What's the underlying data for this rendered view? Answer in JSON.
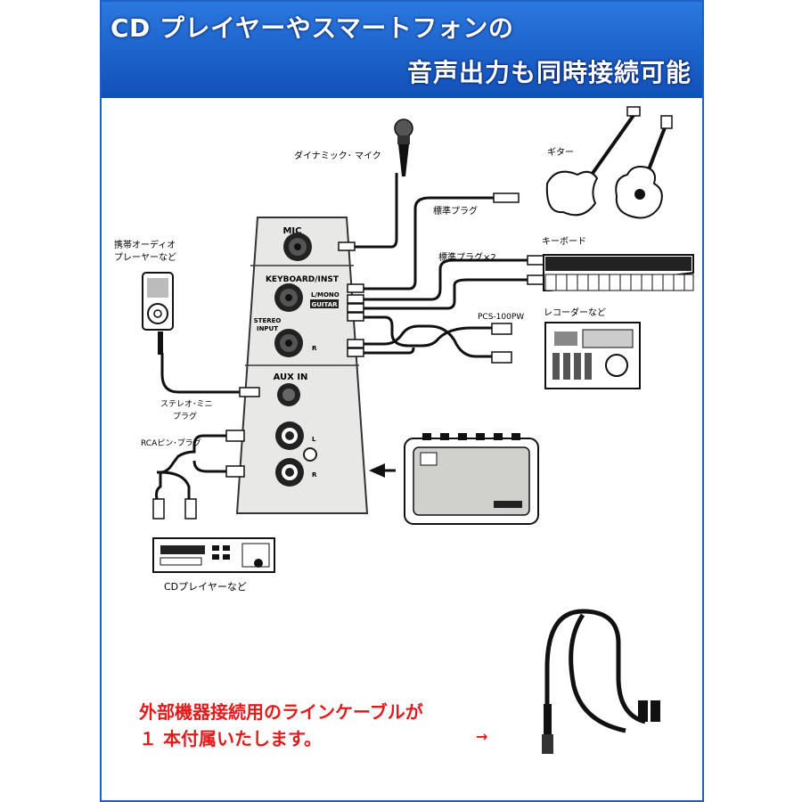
{
  "header": {
    "line1": "CD プレイヤーやスマートフォンの",
    "line2": "音声出力も同時接続可能"
  },
  "panel": {
    "mic": "MIC",
    "keyboard_inst": "KEYBOARD/INST",
    "l_mono": "L/MONO",
    "guitar": "GUITAR",
    "stereo": "STEREO",
    "input": "INPUT",
    "r": "R",
    "aux_in": "AUX IN",
    "aux_l": "L",
    "aux_r": "R"
  },
  "labels": {
    "dynamic_mic": "ダイナミック･ マイク",
    "guitar": "ギター",
    "standard_plug": "標準プラグ",
    "keyboard": "キーボード",
    "standard_plug_x2": "標準プラグ×2",
    "portable_audio_1": "携帯オーディオ",
    "portable_audio_2": "プレーヤーなど",
    "pcs": "PCS-100PW",
    "recorder": "レコーダーなど",
    "stereo_mini_1": "ステレオ･ミニ",
    "stereo_mini_2": "プラグ",
    "rca_pin": "RCAピン･プラグ",
    "cd_player": "CDプレイヤーなど"
  },
  "note": {
    "line1": "外部機器接続用のラインケーブルが",
    "line2": "１ 本付属いたします。",
    "arrow": "→"
  },
  "colors": {
    "header": "#1a63d0",
    "note": "#e11b1b"
  }
}
